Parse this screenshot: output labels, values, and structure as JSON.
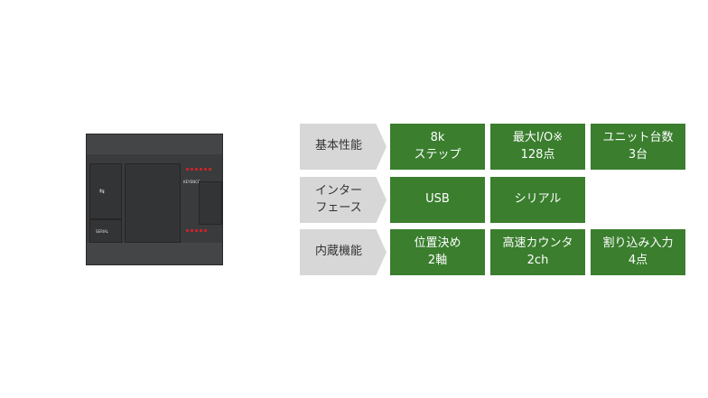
{
  "product_image": {
    "brand_text": "KEYENCE",
    "port_label": "SERIAL"
  },
  "rows": [
    {
      "label": "基本性能",
      "cells": [
        "8k\nステップ",
        "最大I/O※\n128点",
        "ユニット台数\n3台"
      ]
    },
    {
      "label": "インター\nフェース",
      "cells": [
        "USB",
        "シリアル"
      ]
    },
    {
      "label": "内蔵機能",
      "cells": [
        "位置決め\n2軸",
        "高速カウンタ\n2ch",
        "割り込み入力\n4点"
      ]
    }
  ],
  "colors": {
    "accent": "#3a7e2e",
    "label_bg": "#d7d7d7"
  }
}
